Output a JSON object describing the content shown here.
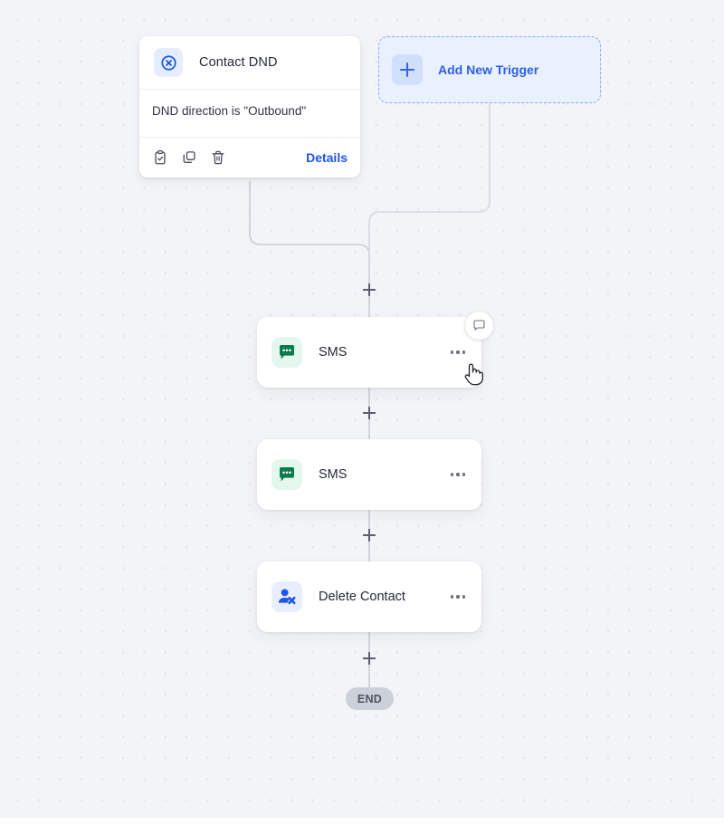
{
  "canvas": {
    "background_color": "#f3f4f7",
    "dot_color": "#e2e4ea"
  },
  "trigger": {
    "icon_name": "contact-dnd-icon",
    "title": "Contact DND",
    "condition": "DND direction is \"Outbound\"",
    "details_label": "Details",
    "actions": [
      {
        "name": "copy-to-clipboard-icon",
        "label": "Copy"
      },
      {
        "name": "duplicate-icon",
        "label": "Duplicate"
      },
      {
        "name": "trash-icon",
        "label": "Delete"
      }
    ]
  },
  "add_trigger": {
    "label": "Add New Trigger",
    "icon_name": "plus-icon",
    "border_color": "#8caaf5",
    "background_color": "#e9f0fe",
    "text_color": "#2f5fe0"
  },
  "nodes": [
    {
      "id": "sms-1",
      "label": "SMS",
      "icon_name": "sms-bubble-icon",
      "icon_color": "#0f7a50",
      "icon_bg": "#e4f7ed",
      "menu_label": "More options",
      "hovered": true,
      "badge_icon": "comment-icon"
    },
    {
      "id": "sms-2",
      "label": "SMS",
      "icon_name": "sms-bubble-icon",
      "icon_color": "#0f7a50",
      "icon_bg": "#e4f7ed",
      "menu_label": "More options",
      "hovered": false
    },
    {
      "id": "delete-contact",
      "label": "Delete Contact",
      "icon_name": "delete-contact-icon",
      "icon_color": "#1a57ec",
      "icon_bg": "#e7eefd",
      "menu_label": "More options",
      "hovered": false
    }
  ],
  "connectors": {
    "add_step_label": "+",
    "line_color": "#c9ccd4",
    "count": 4
  },
  "end": {
    "label": "END",
    "background_color": "#ccd0d9",
    "text_color": "#4e5462"
  }
}
